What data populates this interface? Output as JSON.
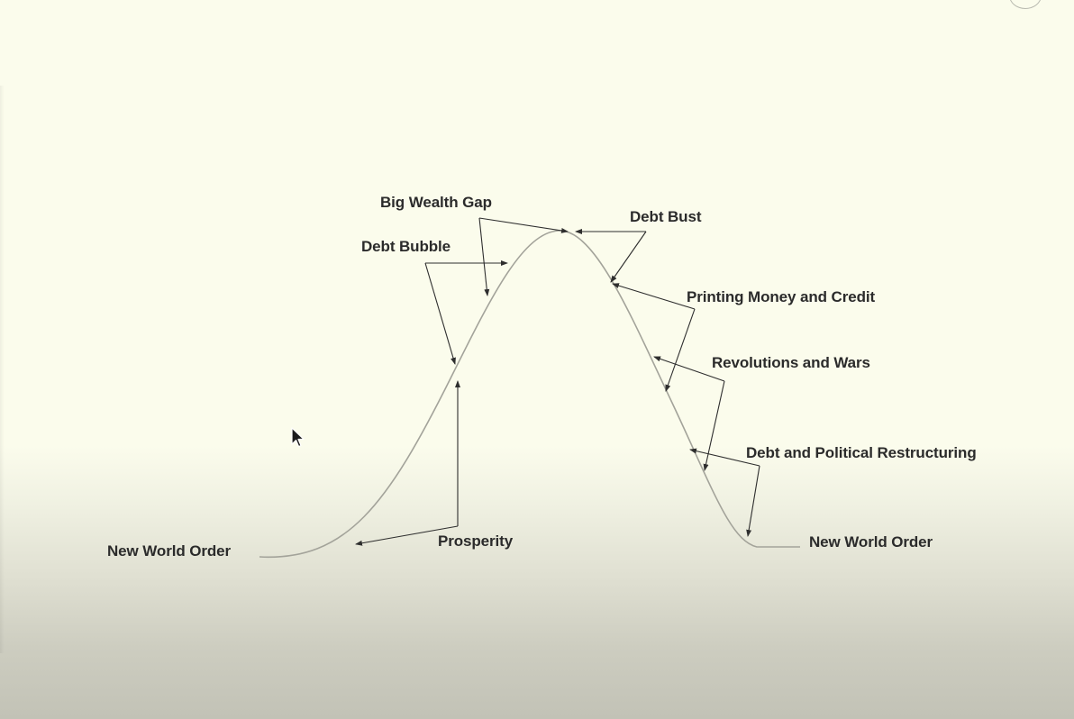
{
  "diagram": {
    "labels": {
      "big_wealth_gap": "Big Wealth Gap",
      "debt_bust": "Debt Bust",
      "debt_bubble": "Debt Bubble",
      "printing_money": "Printing Money and Credit",
      "revolutions_wars": "Revolutions and Wars",
      "debt_political": "Debt and Political Restructuring",
      "new_world_order_left": "New World Order",
      "prosperity": "Prosperity",
      "new_world_order_right": "New World Order"
    }
  }
}
